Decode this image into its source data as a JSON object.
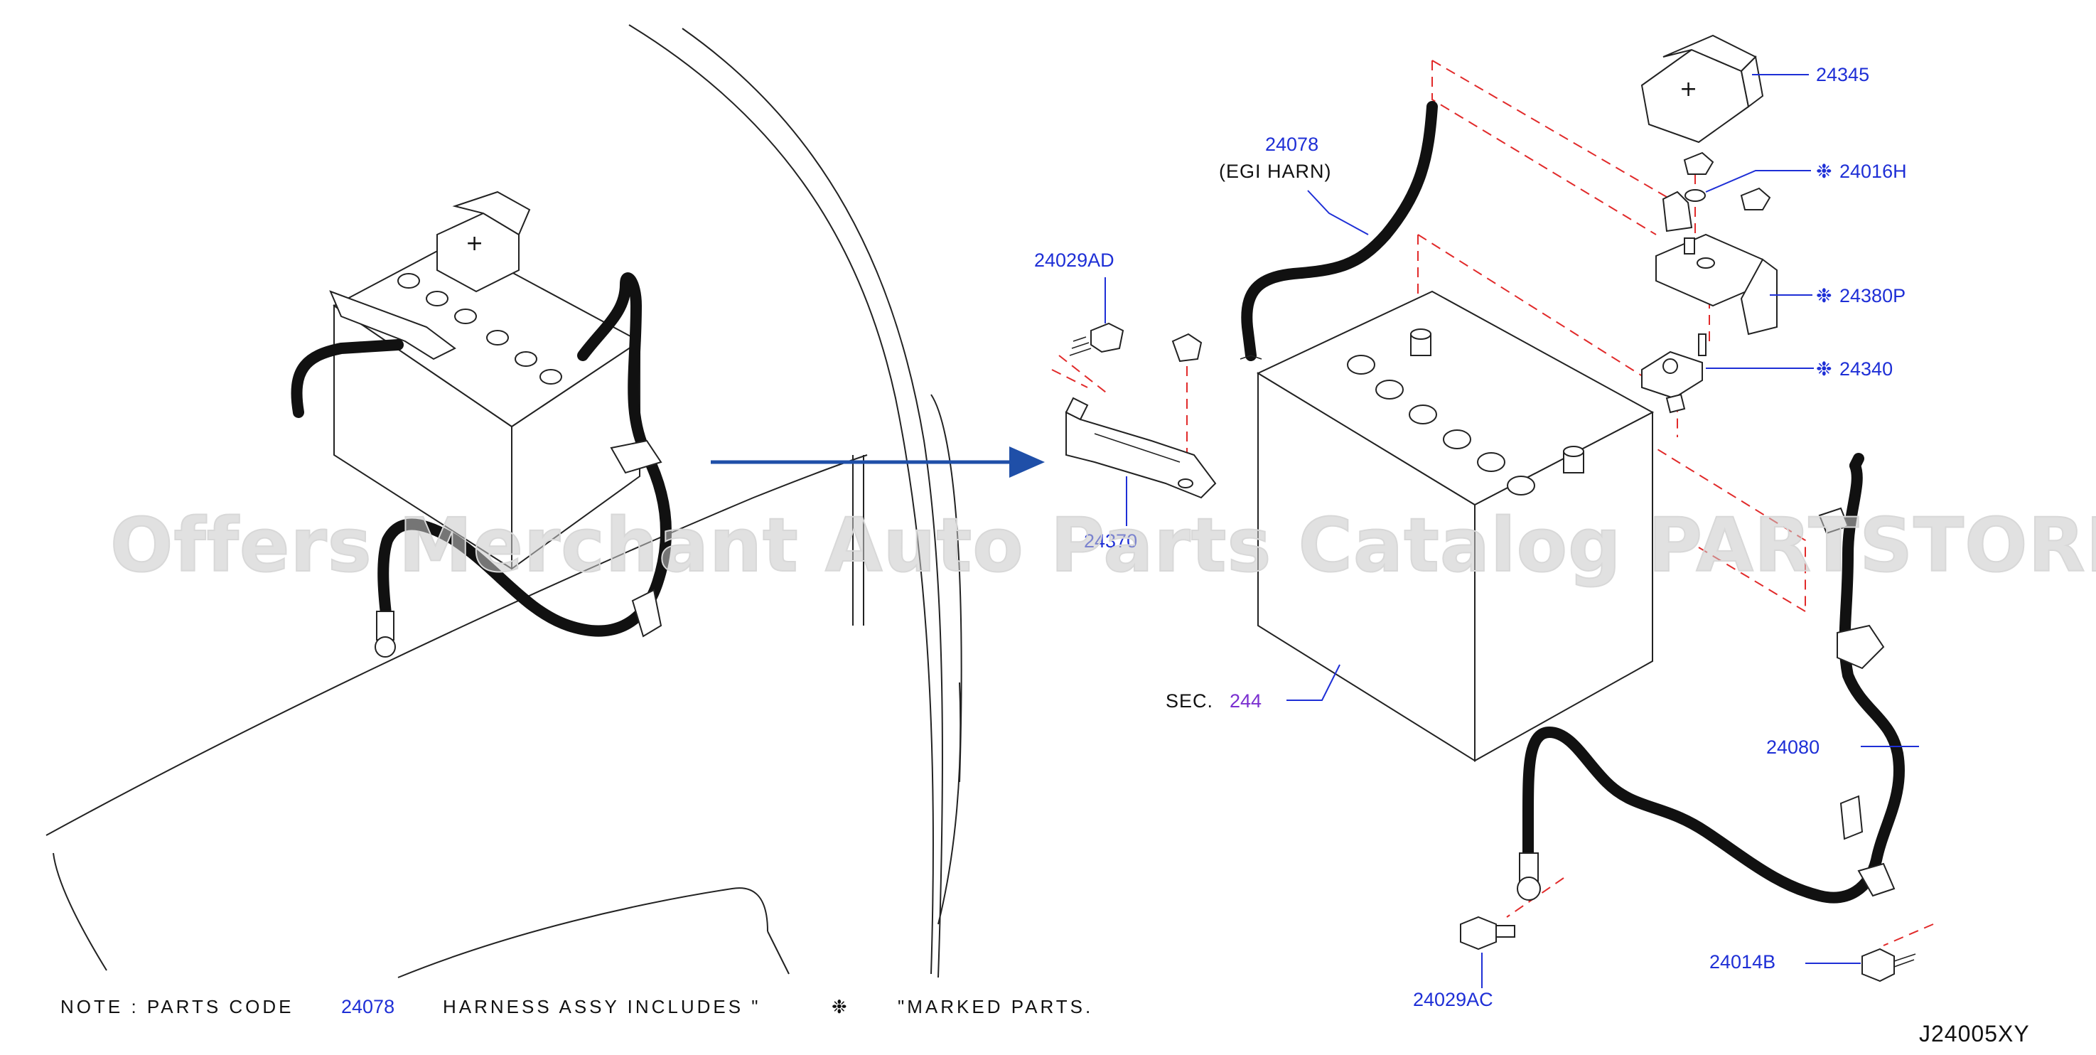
{
  "labels": {
    "terminal_cover": "24345",
    "egi_harness_code": "24078",
    "egi_harness_name": "(EGI   HARN)",
    "bolt_ad": "24029AD",
    "clamp": "24370",
    "fusible_link": "24016H",
    "fuse_block": "24380P",
    "terminal": "24340",
    "section_prefix": "SEC.",
    "section_number": "244",
    "battery_cable": "24080",
    "bolt_b": "24014B",
    "bolt_ac": "24029AC"
  },
  "note": {
    "prefix": "NOTE  :  PARTS   CODE",
    "code": "24078",
    "middle": "HARNESS   ASSY     INCLUDES   \"",
    "symbol": "❉",
    "suffix": "\"MARKED   PARTS."
  },
  "marker_symbol": "❉",
  "diagram_ref": "J24005XY",
  "watermark": "Offers Merchant Auto Parts Catalog PARTSTORE.SA",
  "terminal_polarity": "+",
  "colors": {
    "callout": "#1e2fd6",
    "section_number": "#7a2fd0",
    "arrow": "#1f4fa8",
    "guide": "#e12a2a"
  }
}
